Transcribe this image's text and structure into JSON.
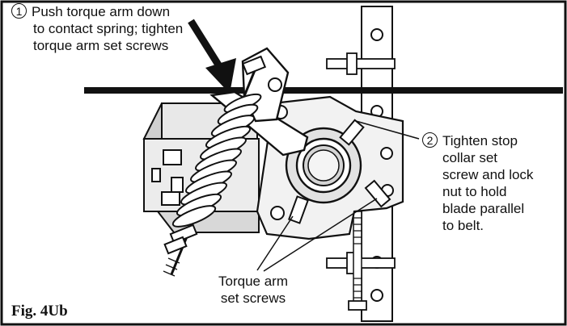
{
  "callouts": {
    "step1": {
      "number": "1",
      "lines": [
        "Push torque arm down",
        "to contact spring; tighten",
        "torque arm set screws"
      ]
    },
    "step2": {
      "number": "2",
      "lines": [
        "Tighten stop",
        "collar set",
        "screw and lock",
        "nut to hold",
        "blade parallel",
        "to belt."
      ]
    },
    "torque_screws": {
      "lines": [
        "Torque arm",
        "set screws"
      ]
    }
  },
  "figure_label": "Fig. 4Ub",
  "colors": {
    "ink": "#111111",
    "light_gray": "#e4e4e4",
    "mid_gray": "#cfcfcf",
    "dark_gray": "#9a9a9a",
    "background": "#ffffff"
  }
}
